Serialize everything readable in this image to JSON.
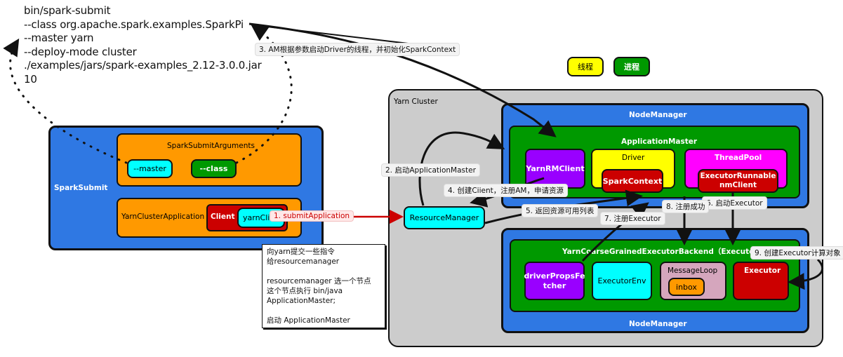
{
  "command": {
    "lines": [
      "bin/spark-submit",
      "--class org.apache.spark.examples.SparkPi",
      "--master yarn",
      "--deploy-mode cluster",
      "./examples/jars/spark-examples_2.12-3.0.0.jar",
      "10"
    ]
  },
  "legend": {
    "thread": "线程",
    "process": "进程"
  },
  "spark_submit": {
    "title": "SparkSubmit",
    "arguments_title": "SparkSubmitArguments",
    "master_arg": "--master",
    "class_arg": "--class",
    "yarn_cluster_app": "YarnClusterApplication",
    "client": "Client",
    "yarn_client": "yarnClient"
  },
  "note": {
    "lines": [
      "向yarn提交一些指令",
      "给resourcemanager",
      "",
      "resourcemanager 选一个节点",
      "这个节点执行 bin/java",
      "ApplicationMaster;",
      "",
      "启动 ApplicationMaster"
    ]
  },
  "yarn_cluster": {
    "title": "Yarn Cluster",
    "resource_manager": "ResourceManager",
    "node_manager_top": {
      "title": "NodeManager",
      "application_master": "ApplicationMaster",
      "yarn_rm_client": "YarnRMClient",
      "driver": "Driver",
      "spark_context": "SparkContext",
      "thread_pool": "ThreadPool",
      "executor_runnable": "ExecutorRunnable",
      "nm_client": "nmClient"
    },
    "node_manager_bottom": {
      "title": "NodeManager",
      "backend": "YarnCoarseGrainedExecutorBackend（Executor）",
      "driver_props_fetcher_1": "driverPropsFe",
      "driver_props_fetcher_2": "tcher",
      "executor_env": "ExecutorEnv",
      "message_loop": "MessageLoop",
      "inbox": "inbox",
      "executor": "Executor"
    }
  },
  "steps": {
    "s1": "1. submitApplication",
    "s2": "2. 启动ApplicationMaster",
    "s3": "3. AM根据参数启动Driver的线程，并初始化SparkContext",
    "s4": "4. 创建Ciient，注册AM，申请资源",
    "s5": "5. 返回资源可用列表",
    "s6": "6. 启动Executor",
    "s7": "7. 注册Executor",
    "s8": "8. 注册成功",
    "s9": "9. 创建Executor计算对象"
  },
  "colors": {
    "blue": "#2f78e3",
    "orange": "#ff9900",
    "cyan": "#00ffff",
    "green": "#009900",
    "red": "#cc0000",
    "yellow": "#ffff00",
    "purple": "#9900ff",
    "magenta": "#ff00ff",
    "pink": "#d5a6bd",
    "gray": "#cccccc"
  }
}
